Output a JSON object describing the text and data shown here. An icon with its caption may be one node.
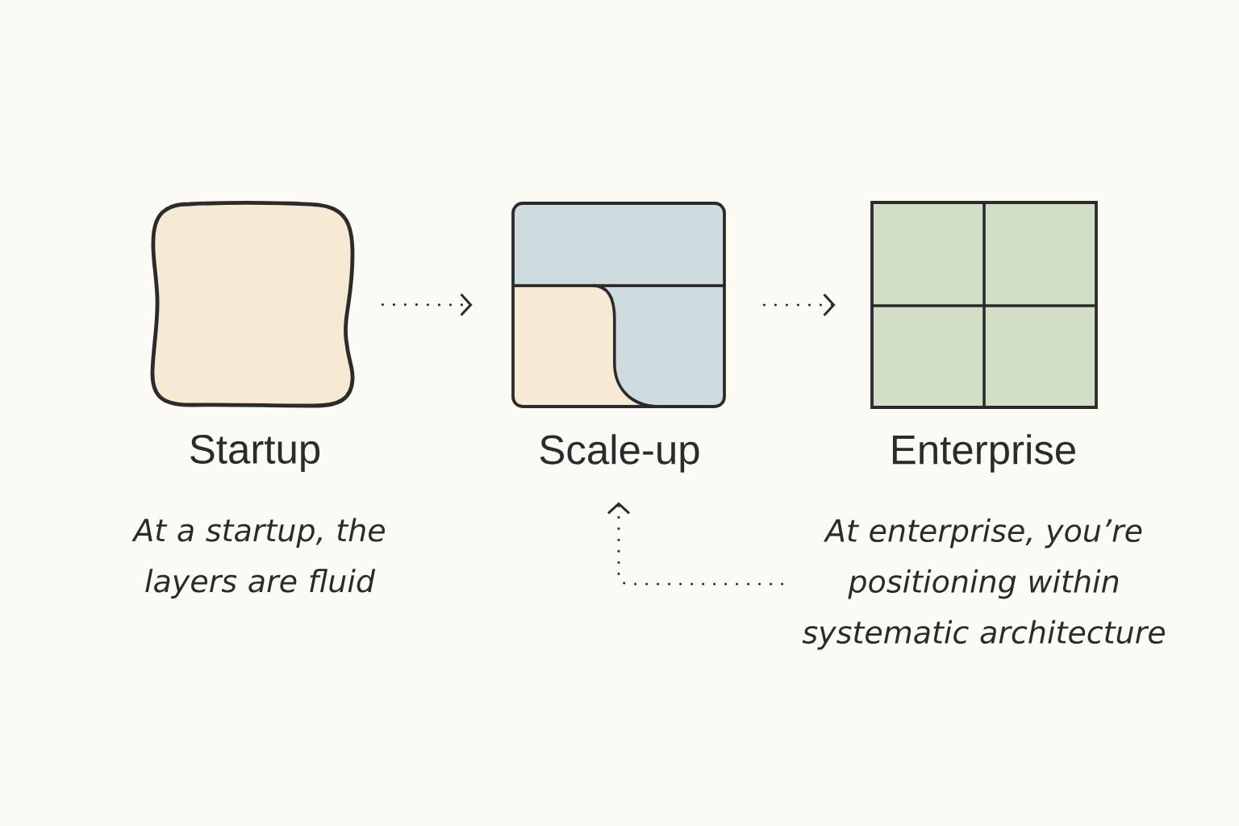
{
  "diagram": {
    "nodes": [
      {
        "text": [
          "Startup"
        ],
        "beside": [
          "At a startup, the layers are fluid"
        ]
      },
      {
        "text": [
          "Scale-up"
        ]
      },
      {
        "text": [
          "Enterprise"
        ]
      },
      {
        "text": [
          "At enterprise, you’re positioning within systematic architecture"
        ]
      }
    ],
    "edges": [
      {
        "from": 0,
        "to": 1,
        "arrow": "to"
      },
      {
        "from": 1,
        "to": 2,
        "arrow": "to"
      },
      {
        "from": 3,
        "to": 1,
        "arrow": "to"
      }
    ]
  }
}
